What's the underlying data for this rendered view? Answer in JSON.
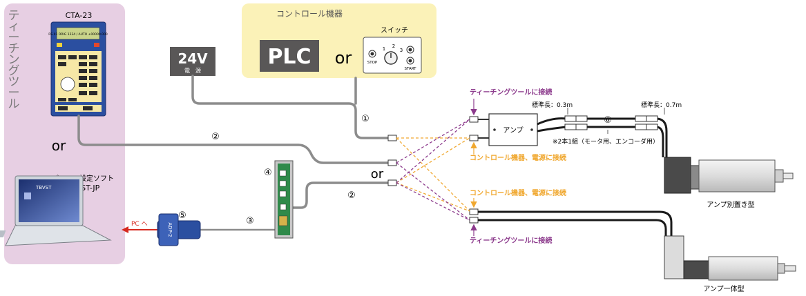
{
  "teaching_tool": {
    "vertical_title": [
      "テ",
      "ィ",
      "ー",
      "チ",
      "ン",
      "グ",
      "ツ",
      "ー",
      "ル"
    ],
    "device_label": "CTA-23",
    "device_screen": "RS 01 ORIG 1234 / AUTO +00000.000",
    "or_label": "or",
    "software_caption": "パソコン設定ソフト",
    "software_name": "TBVST-JP",
    "laptop_brand": "TBVST",
    "to_pc": "PC へ"
  },
  "power": {
    "voltage": "24V",
    "caption": "電　源"
  },
  "controller": {
    "title": "コントロール機器",
    "plc": "PLC",
    "or_label": "or",
    "switch_title": "スイッチ",
    "switch_positions": [
      "1",
      "2",
      "3"
    ],
    "stop_label": "STOP",
    "start_label": "START"
  },
  "numbers": {
    "n1": "①",
    "n2a": "②",
    "n2b": "②",
    "n3": "③",
    "n4": "④",
    "n5": "⑤",
    "n6": "⑥"
  },
  "middle_or": "or",
  "connections": {
    "teach_top": "ティーチングツールに接続",
    "ctrl_top": "コントロール機器、電源に接続",
    "ctrl_bottom": "コントロール機器、電源に接続",
    "teach_bottom": "ティーチングツールに接続"
  },
  "amp": {
    "label": "アンプ"
  },
  "cables": {
    "std_length_1": "標準長：0.3m",
    "std_length_2": "標準長：0.7m",
    "pair_note": "※2本1組（モータ用、エンコーダ用）"
  },
  "actuators": {
    "separate": "アンプ別置き型",
    "integrated": "アンプ一体型"
  },
  "adapter_label": "ADP-2",
  "colors": {
    "panel_pink": "#e7cfe3",
    "controller_yellow": "#fbf2b8",
    "teach_purple": "#8c3a8c",
    "control_orange": "#f0a830",
    "cable_gray": "#8c8c8c",
    "device_blue": "#2b4fa0",
    "arrow_red": "#d6291f"
  }
}
